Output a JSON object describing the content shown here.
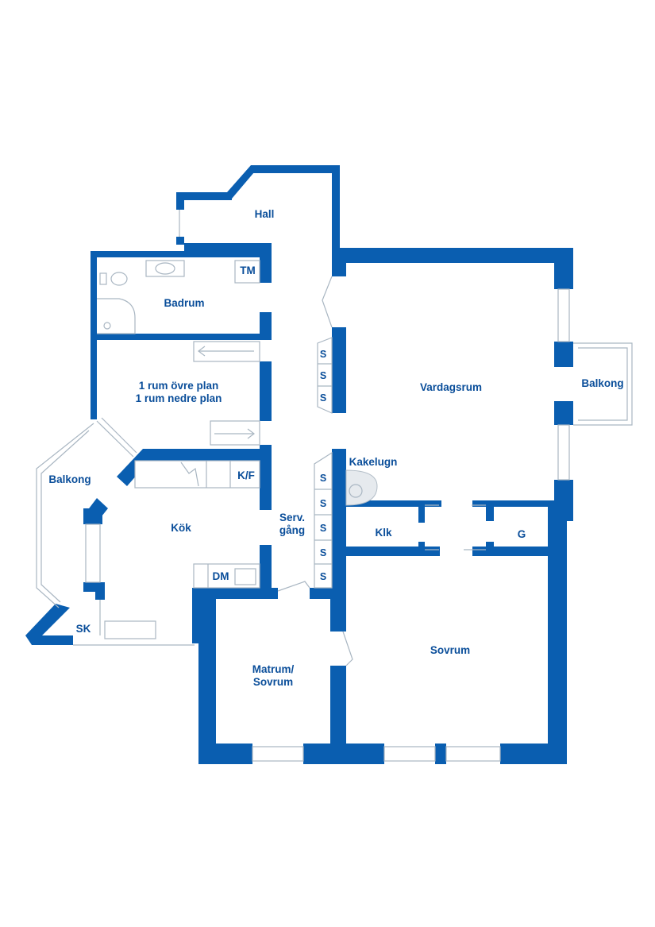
{
  "rooms": {
    "hall": "Hall",
    "badrum": "Badrum",
    "tm": "TM",
    "rum_ovre": "1 rum övre plan",
    "rum_nedre": "1 rum nedre plan",
    "vardagsrum": "Vardagsrum",
    "balkong_right": "Balkong",
    "balkong_left": "Balkong",
    "kakelugn": "Kakelugn",
    "kok": "Kök",
    "kf": "K/F",
    "serv_1": "Serv.",
    "serv_2": "gång",
    "klk": "Klk",
    "g": "G",
    "dm": "DM",
    "sk": "SK",
    "sovrum": "Sovrum",
    "matrum_1": "Matrum/",
    "matrum_2": "Sovrum"
  },
  "closet_label": "S",
  "colors": {
    "wall": "#0a5eb0",
    "text": "#0a4e9a",
    "fixture": "#a9b6c2"
  }
}
